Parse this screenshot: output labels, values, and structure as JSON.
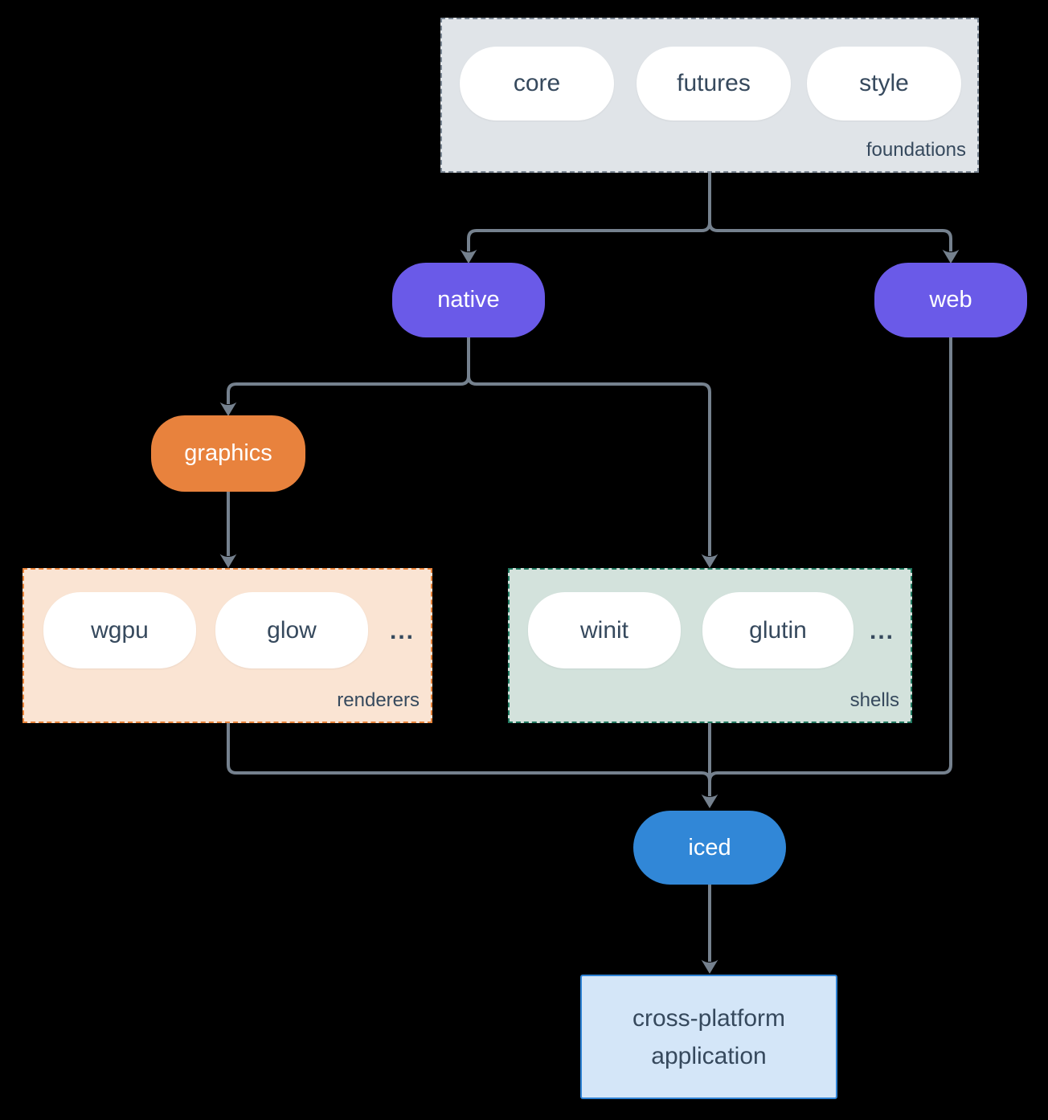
{
  "diagram": {
    "background_color": "#000000",
    "connector_color": "#75818E",
    "text_color": "#36495D",
    "foundations": {
      "label": "foundations",
      "pills": [
        "core",
        "futures",
        "style"
      ],
      "fill": "#E0E4E8",
      "border": "#7B8794"
    },
    "native": {
      "label": "native",
      "fill": "#6A5AE8"
    },
    "web": {
      "label": "web",
      "fill": "#6A5AE8"
    },
    "graphics": {
      "label": "graphics",
      "fill": "#E8823D"
    },
    "renderers": {
      "label": "renderers",
      "pills": [
        "wgpu",
        "glow"
      ],
      "ellipsis": "...",
      "fill": "#FAE4D3",
      "border": "#E8833A"
    },
    "shells": {
      "label": "shells",
      "pills": [
        "winit",
        "glutin"
      ],
      "ellipsis": "...",
      "fill": "#D3E2DC",
      "border": "#20785F"
    },
    "iced": {
      "label": "iced",
      "fill": "#3187D7"
    },
    "application": {
      "line1": "cross-platform",
      "line2": "application",
      "fill": "#D4E6F8",
      "border": "#2E82D4"
    }
  }
}
